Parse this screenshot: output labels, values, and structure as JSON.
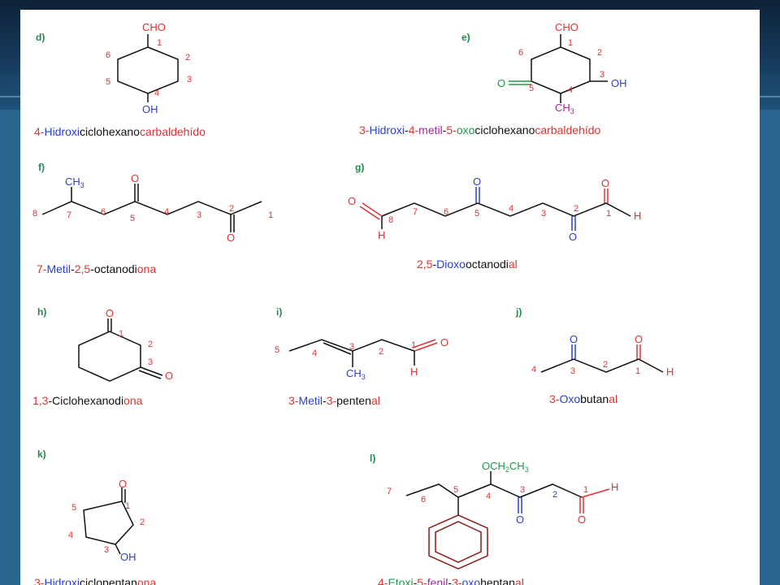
{
  "slide": {
    "labels": [
      "d)",
      "e)",
      "f)",
      "g)",
      "h)",
      "i)",
      "j)",
      "k)",
      "l)"
    ],
    "names": {
      "d": [
        {
          "t": "4-",
          "c": "r"
        },
        {
          "t": "Hidroxi",
          "c": "b"
        },
        {
          "t": "ciclohexano",
          "c": "k"
        },
        {
          "t": "carbaldehído",
          "c": "r"
        }
      ],
      "e": [
        {
          "t": "3-",
          "c": "r"
        },
        {
          "t": "Hidroxi",
          "c": "b"
        },
        {
          "t": "-",
          "c": "k"
        },
        {
          "t": "4-",
          "c": "r"
        },
        {
          "t": "metil",
          "c": "pu"
        },
        {
          "t": "-",
          "c": "k"
        },
        {
          "t": "5-",
          "c": "r"
        },
        {
          "t": "oxo",
          "c": "gr"
        },
        {
          "t": "ciclohexano",
          "c": "k"
        },
        {
          "t": "carbaldehído",
          "c": "r"
        }
      ],
      "f": [
        {
          "t": "7-",
          "c": "r"
        },
        {
          "t": "Metil",
          "c": "b"
        },
        {
          "t": "-",
          "c": "k"
        },
        {
          "t": "2,5",
          "c": "r"
        },
        {
          "t": "-octanodi",
          "c": "k"
        },
        {
          "t": "ona",
          "c": "r"
        }
      ],
      "g": [
        {
          "t": "2,5",
          "c": "r"
        },
        {
          "t": "-",
          "c": "k"
        },
        {
          "t": "Dioxo",
          "c": "b"
        },
        {
          "t": "octanodi",
          "c": "k"
        },
        {
          "t": "al",
          "c": "r"
        }
      ],
      "h": [
        {
          "t": "1,3",
          "c": "r"
        },
        {
          "t": "-Ciclohexanodi",
          "c": "k"
        },
        {
          "t": "ona",
          "c": "r"
        }
      ],
      "i": [
        {
          "t": "3-",
          "c": "r"
        },
        {
          "t": "Metil",
          "c": "b"
        },
        {
          "t": "-",
          "c": "k"
        },
        {
          "t": "3-",
          "c": "r"
        },
        {
          "t": "penten",
          "c": "k"
        },
        {
          "t": "al",
          "c": "r"
        }
      ],
      "j": [
        {
          "t": "3-",
          "c": "r"
        },
        {
          "t": "Oxo",
          "c": "b"
        },
        {
          "t": "butan",
          "c": "k"
        },
        {
          "t": "al",
          "c": "r"
        }
      ],
      "k": [
        {
          "t": "3-",
          "c": "r"
        },
        {
          "t": "Hidroxi",
          "c": "b"
        },
        {
          "t": "ciclopentan",
          "c": "k"
        },
        {
          "t": "ona",
          "c": "r"
        }
      ],
      "l": [
        {
          "t": "4-",
          "c": "r"
        },
        {
          "t": "Etoxi",
          "c": "gr"
        },
        {
          "t": "-",
          "c": "k"
        },
        {
          "t": "5-",
          "c": "r"
        },
        {
          "t": "fenil",
          "c": "pu"
        },
        {
          "t": "-",
          "c": "k"
        },
        {
          "t": "3-",
          "c": "r"
        },
        {
          "t": "oxo",
          "c": "b"
        },
        {
          "t": "heptan",
          "c": "k"
        },
        {
          "t": "al",
          "c": "r"
        }
      ]
    },
    "atoms": {
      "cho": "CHO",
      "oh": "OH",
      "ch3": "CH3",
      "ch3_main": "CH",
      "ch3_sub": "3",
      "o": "O",
      "h": "H",
      "etoxi_main": "OCH",
      "etoxi_sub": "2",
      "etoxi_end": "CH",
      "etoxi_sub2": "3"
    },
    "colors": {
      "background": "#2a6590",
      "panel": "#ffffff",
      "red": "#e03232",
      "blue": "#2a3fd6",
      "green": "#1a9a4a",
      "purple": "#9a2a9a"
    }
  }
}
